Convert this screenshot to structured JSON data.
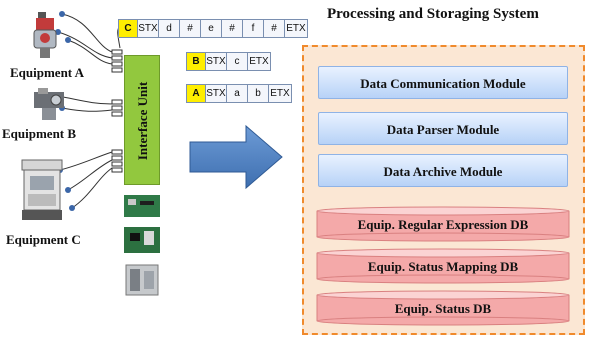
{
  "title": "Processing and Storaging System",
  "equipment": [
    {
      "label": "Equipment A"
    },
    {
      "label": "Equipment B"
    },
    {
      "label": "Equipment C"
    }
  ],
  "interface_unit": {
    "label": "Interface Unit"
  },
  "packets": [
    {
      "id": "C",
      "cells": [
        "C",
        "STX",
        "d",
        "#",
        "e",
        "#",
        "f",
        "#",
        "ETX"
      ]
    },
    {
      "id": "B",
      "cells": [
        "B",
        "STX",
        "c",
        "ETX"
      ]
    },
    {
      "id": "A",
      "cells": [
        "A",
        "STX",
        "a",
        "b",
        "ETX"
      ]
    }
  ],
  "modules": [
    {
      "label": "Data Communication Module"
    },
    {
      "label": "Data Parser Module"
    },
    {
      "label": "Data Archive Module"
    }
  ],
  "databases": [
    {
      "label": "Equip. Regular Expression DB"
    },
    {
      "label": "Equip. Status Mapping DB"
    },
    {
      "label": "Equip. Status DB"
    }
  ],
  "colors": {
    "module_fill": "#b7d2f7",
    "db_fill": "#f4a9a9",
    "system_border": "#f08a2c",
    "system_fill": "#fbe7d4",
    "interface_fill": "#92c83e",
    "arrow_fill": "#4f81bd",
    "packet_key": "#ffee00"
  }
}
